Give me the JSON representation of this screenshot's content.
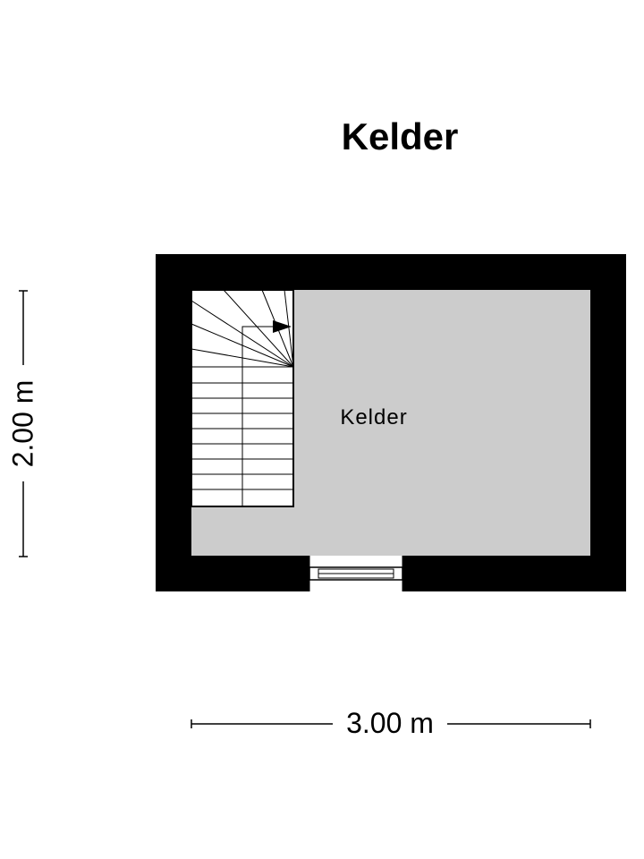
{
  "plan": {
    "title": "Kelder",
    "rooms": [
      {
        "label": "Kelder"
      }
    ],
    "dimensions": {
      "width_label": "3.00 m",
      "height_label": "2.00 m"
    },
    "colors": {
      "wall": "#000000",
      "floor": "#cccccc",
      "stair": "#ffffff",
      "background": "#ffffff"
    }
  }
}
